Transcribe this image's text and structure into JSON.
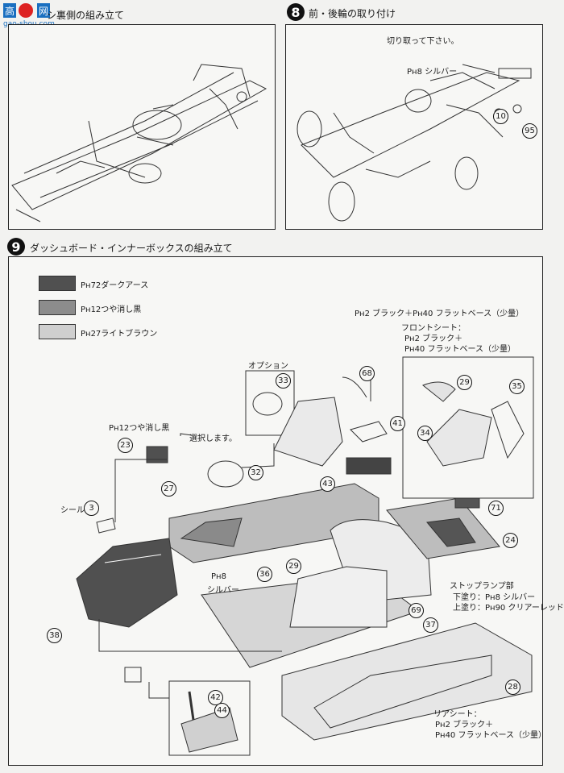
{
  "watermark": {
    "text": "gao-shou.com"
  },
  "step7": {
    "title": "シ裏側の組み立て"
  },
  "step8": {
    "number": "8",
    "title": "前・後輪の取り付け",
    "note": "切り取って下さい。",
    "paint": "Pʜ8 シルバー",
    "parts": [
      "10",
      "95"
    ]
  },
  "step9": {
    "number": "9",
    "title": "ダッシュボード・インナーボックスの組み立て",
    "legend": [
      {
        "label": "Pʜ72ダークアース",
        "color": "#505050"
      },
      {
        "label": "Pʜ12つや消し黒",
        "color": "#8c8c8c"
      },
      {
        "label": "Pʜ27ライトブラウン",
        "color": "#cfcfcf"
      }
    ],
    "option_label": "オプション",
    "select_note": "選択します。",
    "paint_23": "Pʜ12つや消し黒",
    "seal": "シール",
    "seal_num": "3",
    "paint_top": "Pʜ2 ブラック＋Pʜ40 フラットベース（少量）",
    "front_seat_label": "フロントシート：",
    "front_seat_line1": "Pʜ2 ブラック＋",
    "front_seat_line2": "Pʜ40 フラットベース（少量）",
    "silver": "Pʜ8",
    "silver_text": "シルバー",
    "stoplamp_title": "ストップランプ部",
    "stoplamp_under": "下塗り：Pʜ8 シルバー",
    "stoplamp_top": "上塗り：Pʜ90 クリアーレッド",
    "rear_seat_label": "リアシート：",
    "rear_seat_line1": "Pʜ2 ブラック＋",
    "rear_seat_line2": "Pʜ40 フラットベース（少量）",
    "parts": [
      "33",
      "68",
      "41",
      "29",
      "35",
      "34",
      "23",
      "32",
      "43",
      "27",
      "71",
      "24",
      "36",
      "29",
      "69",
      "37",
      "38",
      "28",
      "42",
      "44"
    ]
  }
}
